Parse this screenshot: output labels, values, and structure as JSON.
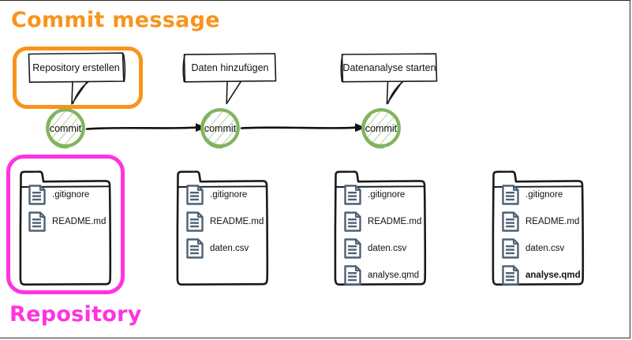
{
  "title_commit_message": "Commit message",
  "title_repository": "Repository",
  "colors": {
    "commit_message_accent": "#F8941D",
    "repository_accent": "#FF33E0",
    "commit_node": "#82B35E",
    "file_icon": "#4F6175",
    "arrow": "#111111",
    "background": "#FFFFFF"
  },
  "commits": [
    {
      "message": "Repository erstellen",
      "node_label": "commit",
      "highlighted": true
    },
    {
      "message": "Daten hinzufügen",
      "node_label": "commit",
      "highlighted": false
    },
    {
      "message": "Datenanalyse starten",
      "node_label": "commit",
      "highlighted": false
    }
  ],
  "repositories": [
    {
      "highlighted": true,
      "files": [
        {
          "name": ".gitignore",
          "bold": false
        },
        {
          "name": "README.md",
          "bold": false
        }
      ]
    },
    {
      "highlighted": false,
      "files": [
        {
          "name": ".gitignore",
          "bold": false
        },
        {
          "name": "README.md",
          "bold": false
        },
        {
          "name": "daten.csv",
          "bold": false
        }
      ]
    },
    {
      "highlighted": false,
      "files": [
        {
          "name": ".gitignore",
          "bold": false
        },
        {
          "name": "README.md",
          "bold": false
        },
        {
          "name": "daten.csv",
          "bold": false
        },
        {
          "name": "analyse.qmd",
          "bold": false
        }
      ]
    },
    {
      "highlighted": false,
      "files": [
        {
          "name": ".gitignore",
          "bold": false
        },
        {
          "name": "README.md",
          "bold": false
        },
        {
          "name": "daten.csv",
          "bold": false
        },
        {
          "name": "analyse.qmd",
          "bold": true
        }
      ]
    }
  ],
  "icons": {
    "file": "file-document-icon",
    "arrow": "arrow-right-icon",
    "commit_node": "commit-circle-icon",
    "folder": "folder-icon",
    "bubble": "speech-bubble-icon"
  }
}
